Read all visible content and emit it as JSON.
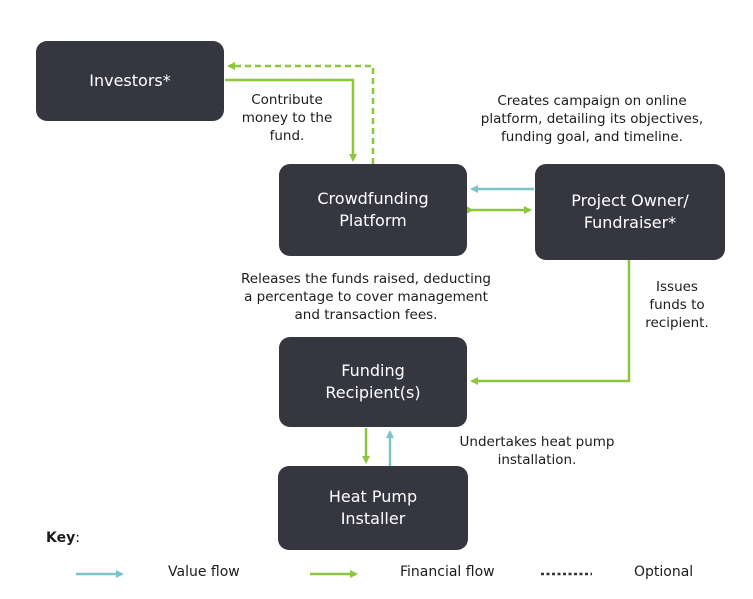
{
  "nodes": {
    "investors": "Investors*",
    "platform": [
      "Crowdfunding",
      "Platform"
    ],
    "owner": [
      "Project Owner/",
      "Fundraiser*"
    ],
    "recipient": [
      "Funding",
      "Recipient(s)"
    ],
    "installer": [
      "Heat Pump",
      "Installer"
    ]
  },
  "labels": {
    "contribute": [
      "Contribute",
      "money to the",
      "fund."
    ],
    "campaign": [
      "Creates campaign on online",
      "platform, detailing its objectives,",
      "funding goal, and timeline."
    ],
    "releases": [
      "Releases the funds raised, deducting",
      "a percentage to cover management",
      "and transaction fees."
    ],
    "issues": [
      "Issues",
      "funds to",
      "recipient."
    ],
    "undertakes": [
      "Undertakes heat pump",
      "installation."
    ]
  },
  "key": {
    "title": "Key",
    "value_flow": "Value flow",
    "financial_flow": "Financial flow",
    "optional": "Optional"
  },
  "colors": {
    "node_bg": "#353640",
    "value_flow": "#7cc4c8",
    "financial_flow": "#8cc63f"
  }
}
